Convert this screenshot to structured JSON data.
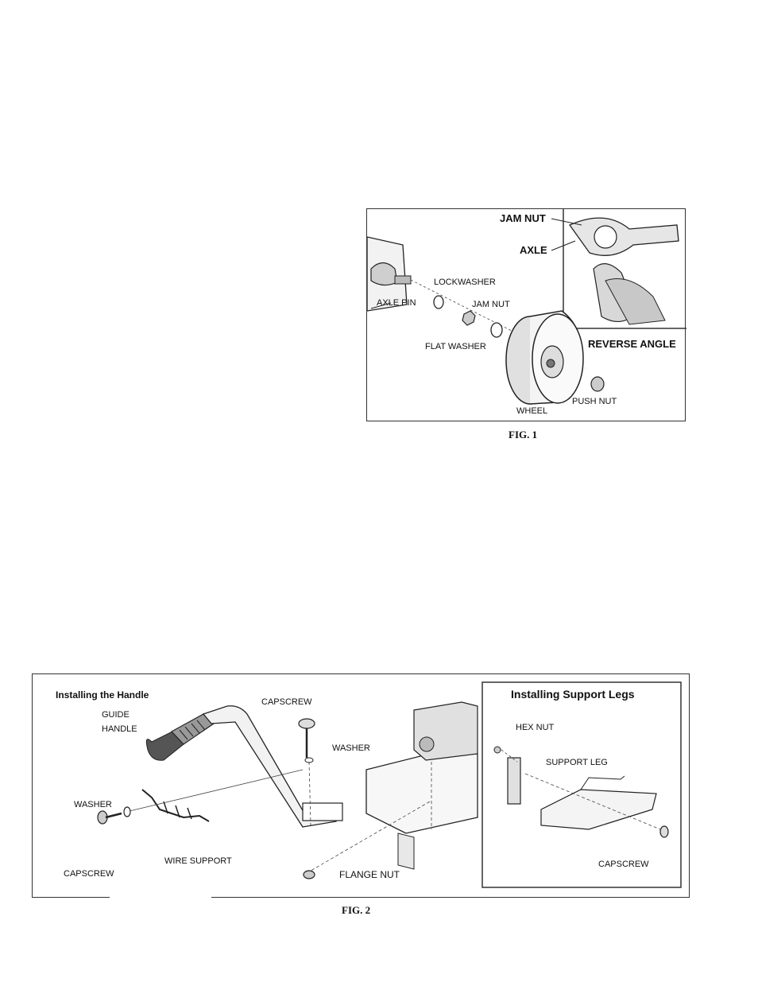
{
  "fig1": {
    "caption": "FIG. 1",
    "labels": {
      "jam_nut_inset": "JAM NUT",
      "axle": "AXLE",
      "reverse_angle": "REVERSE ANGLE",
      "lockwasher": "LOCKWASHER",
      "axle_pin": "AXLE PIN",
      "jam_nut": "JAM NUT",
      "flat_washer": "FLAT WASHER",
      "push_nut": "PUSH NUT",
      "wheel": "WHEEL"
    }
  },
  "fig2": {
    "caption": "FIG. 2",
    "handle_panel": {
      "title": "Installing the Handle",
      "labels": {
        "capscrew_top": "CAPSCREW",
        "guide": "GUIDE",
        "handle": "HANDLE",
        "washer_top": "WASHER",
        "washer_left": "WASHER",
        "wire_support": "WIRE SUPPORT",
        "capscrew_left": "CAPSCREW",
        "flange_nut": "FLANGE NUT"
      }
    },
    "support_panel": {
      "title": "Installing Support Legs",
      "labels": {
        "hex_nut": "HEX NUT",
        "support_leg": "SUPPORT LEG",
        "capscrew": "CAPSCREW"
      }
    }
  }
}
